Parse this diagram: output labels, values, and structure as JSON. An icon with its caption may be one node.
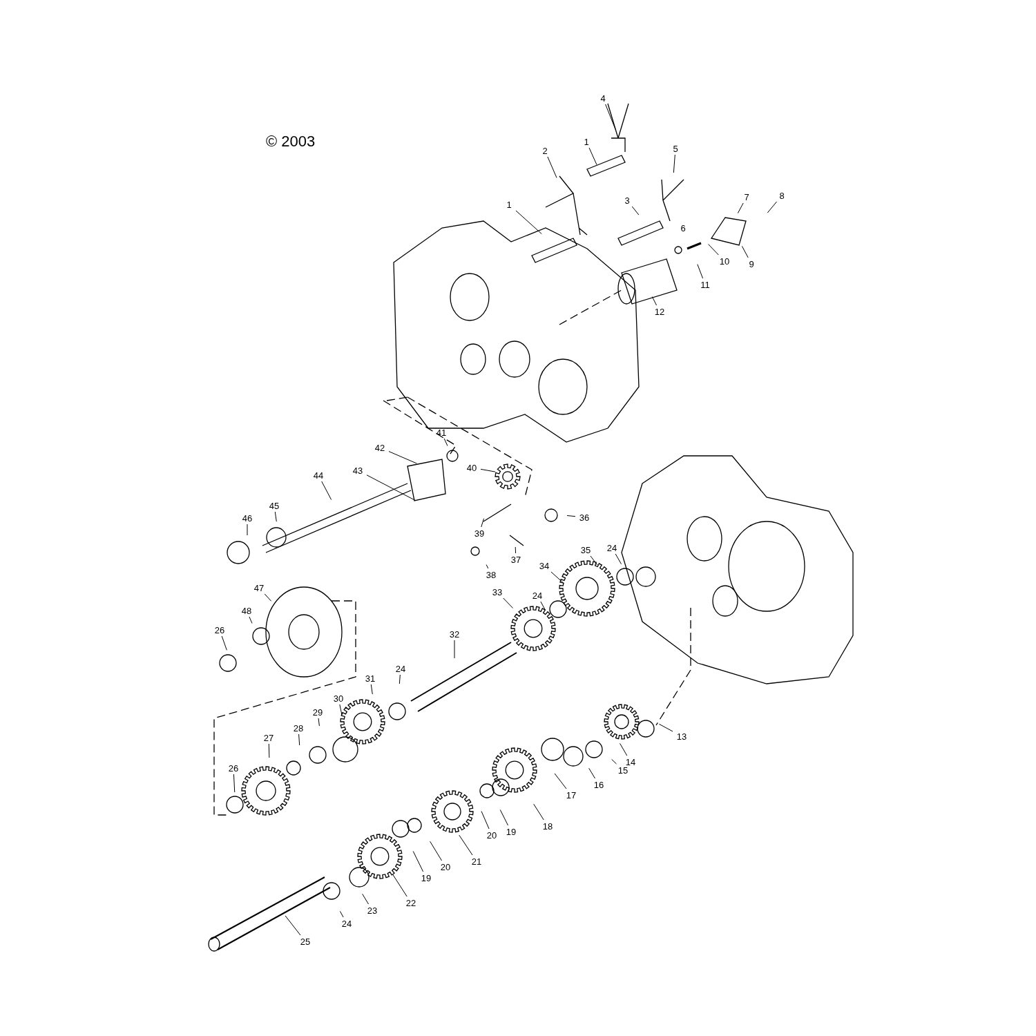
{
  "diagram": {
    "nodes": [
      {
        "text": [
          "4"
        ]
      },
      {
        "text": [
          "1"
        ]
      },
      {
        "text": [
          "2"
        ]
      },
      {
        "text": [
          "5"
        ]
      },
      {
        "text": [
          "8"
        ]
      },
      {
        "text": [
          "7"
        ]
      },
      {
        "text": [
          "1"
        ]
      },
      {
        "text": [
          "3"
        ]
      },
      {
        "text": [
          "6"
        ]
      },
      {
        "text": [
          "9"
        ]
      },
      {
        "text": [
          "10"
        ]
      },
      {
        "text": [
          "11"
        ]
      },
      {
        "text": [
          "12"
        ]
      },
      {
        "text": [
          "41"
        ]
      },
      {
        "text": [
          "42"
        ]
      },
      {
        "text": [
          "40"
        ]
      },
      {
        "text": [
          "44"
        ]
      },
      {
        "text": [
          "43"
        ]
      },
      {
        "text": [
          "45"
        ]
      },
      {
        "text": [
          "46"
        ]
      },
      {
        "text": [
          "39"
        ]
      },
      {
        "text": [
          "36"
        ]
      },
      {
        "text": [
          "37"
        ]
      },
      {
        "text": [
          "38"
        ]
      },
      {
        "text": [
          "35"
        ]
      },
      {
        "text": [
          "24"
        ]
      },
      {
        "text": [
          "34"
        ]
      },
      {
        "text": [
          "47"
        ]
      },
      {
        "text": [
          "33"
        ]
      },
      {
        "text": [
          "24"
        ]
      },
      {
        "text": [
          "48"
        ]
      },
      {
        "text": [
          "26"
        ]
      },
      {
        "text": [
          "32"
        ]
      },
      {
        "text": [
          "31"
        ]
      },
      {
        "text": [
          "24"
        ]
      },
      {
        "text": [
          "30"
        ]
      },
      {
        "text": [
          "29"
        ]
      },
      {
        "text": [
          "28"
        ]
      },
      {
        "text": [
          "27"
        ]
      },
      {
        "text": [
          "26"
        ]
      },
      {
        "text": [
          "13"
        ]
      },
      {
        "text": [
          "14"
        ]
      },
      {
        "text": [
          "15"
        ]
      },
      {
        "text": [
          "16"
        ]
      },
      {
        "text": [
          "17"
        ]
      },
      {
        "text": [
          "18"
        ]
      },
      {
        "text": [
          "19"
        ]
      },
      {
        "text": [
          "20"
        ]
      },
      {
        "text": [
          "21"
        ]
      },
      {
        "text": [
          "20"
        ]
      },
      {
        "text": [
          "19"
        ]
      },
      {
        "text": [
          "22"
        ]
      },
      {
        "text": [
          "23"
        ]
      },
      {
        "text": [
          "24"
        ]
      },
      {
        "text": [
          "25"
        ]
      }
    ],
    "edges": [
      {
        "from": 0,
        "to": null,
        "arrow": "none"
      },
      {
        "from": 1,
        "to": null,
        "arrow": "none"
      },
      {
        "from": 2,
        "to": null,
        "arrow": "none"
      },
      {
        "from": 3,
        "to": null,
        "arrow": "none"
      },
      {
        "from": 4,
        "to": null,
        "arrow": "none"
      },
      {
        "from": 5,
        "to": null,
        "arrow": "none"
      },
      {
        "from": 6,
        "to": null,
        "arrow": "none"
      },
      {
        "from": 7,
        "to": null,
        "arrow": "none"
      },
      {
        "from": 8,
        "to": null,
        "arrow": "none"
      },
      {
        "from": 9,
        "to": null,
        "arrow": "none"
      },
      {
        "from": 10,
        "to": null,
        "arrow": "none"
      },
      {
        "from": 11,
        "to": null,
        "arrow": "none"
      },
      {
        "from": 12,
        "to": null,
        "arrow": "none"
      },
      {
        "from": 13,
        "to": null,
        "arrow": "none"
      },
      {
        "from": 14,
        "to": null,
        "arrow": "none"
      },
      {
        "from": 15,
        "to": null,
        "arrow": "none"
      },
      {
        "from": 16,
        "to": null,
        "arrow": "none"
      },
      {
        "from": 17,
        "to": null,
        "arrow": "none"
      },
      {
        "from": 18,
        "to": null,
        "arrow": "none"
      },
      {
        "from": 19,
        "to": null,
        "arrow": "none"
      },
      {
        "from": 20,
        "to": null,
        "arrow": "none"
      },
      {
        "from": 21,
        "to": null,
        "arrow": "none"
      },
      {
        "from": 22,
        "to": null,
        "arrow": "none"
      },
      {
        "from": 23,
        "to": null,
        "arrow": "none"
      },
      {
        "from": 24,
        "to": null,
        "arrow": "none"
      },
      {
        "from": 25,
        "to": null,
        "arrow": "none"
      },
      {
        "from": 26,
        "to": null,
        "arrow": "none"
      },
      {
        "from": 27,
        "to": null,
        "arrow": "none"
      },
      {
        "from": 28,
        "to": null,
        "arrow": "none"
      },
      {
        "from": 29,
        "to": null,
        "arrow": "none"
      },
      {
        "from": 30,
        "to": null,
        "arrow": "none"
      },
      {
        "from": 31,
        "to": null,
        "arrow": "none"
      },
      {
        "from": 32,
        "to": null,
        "arrow": "none"
      },
      {
        "from": 33,
        "to": null,
        "arrow": "none"
      },
      {
        "from": 34,
        "to": null,
        "arrow": "none"
      },
      {
        "from": 35,
        "to": null,
        "arrow": "none"
      },
      {
        "from": 36,
        "to": null,
        "arrow": "none"
      },
      {
        "from": 37,
        "to": null,
        "arrow": "none"
      },
      {
        "from": 38,
        "to": null,
        "arrow": "none"
      },
      {
        "from": 39,
        "to": null,
        "arrow": "none"
      },
      {
        "from": 40,
        "to": null,
        "arrow": "none"
      },
      {
        "from": 41,
        "to": null,
        "arrow": "none"
      },
      {
        "from": 42,
        "to": null,
        "arrow": "none"
      },
      {
        "from": 43,
        "to": null,
        "arrow": "none"
      },
      {
        "from": 44,
        "to": null,
        "arrow": "none"
      },
      {
        "from": 45,
        "to": null,
        "arrow": "none"
      },
      {
        "from": 46,
        "to": null,
        "arrow": "none"
      },
      {
        "from": 47,
        "to": null,
        "arrow": "none"
      },
      {
        "from": 48,
        "to": null,
        "arrow": "none"
      },
      {
        "from": 49,
        "to": null,
        "arrow": "none"
      },
      {
        "from": 50,
        "to": null,
        "arrow": "none"
      },
      {
        "from": 51,
        "to": null,
        "arrow": "none"
      },
      {
        "from": 52,
        "to": null,
        "arrow": "none"
      },
      {
        "from": 53,
        "to": null,
        "arrow": "none"
      },
      {
        "from": 54,
        "to": null,
        "arrow": "none"
      }
    ],
    "labels": [
      "© 2003"
    ]
  }
}
